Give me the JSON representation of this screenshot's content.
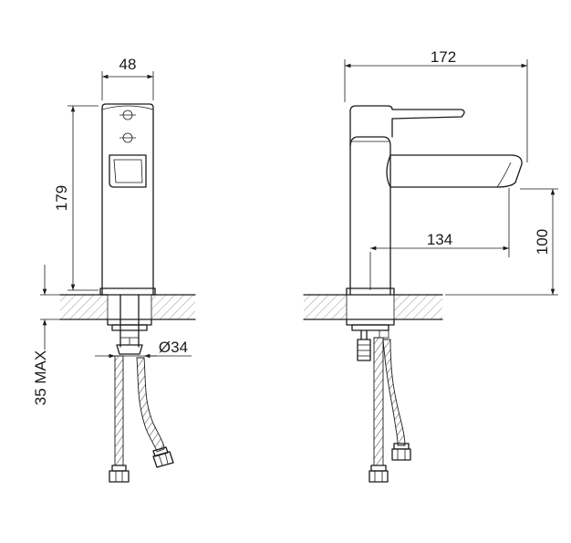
{
  "dimensions": {
    "width_label": "48",
    "height_label": "179",
    "mount_label": "35 MAX",
    "hole_label": "Ø34",
    "length_label": "172",
    "reach_label": "134",
    "spout_height_label": "100"
  }
}
